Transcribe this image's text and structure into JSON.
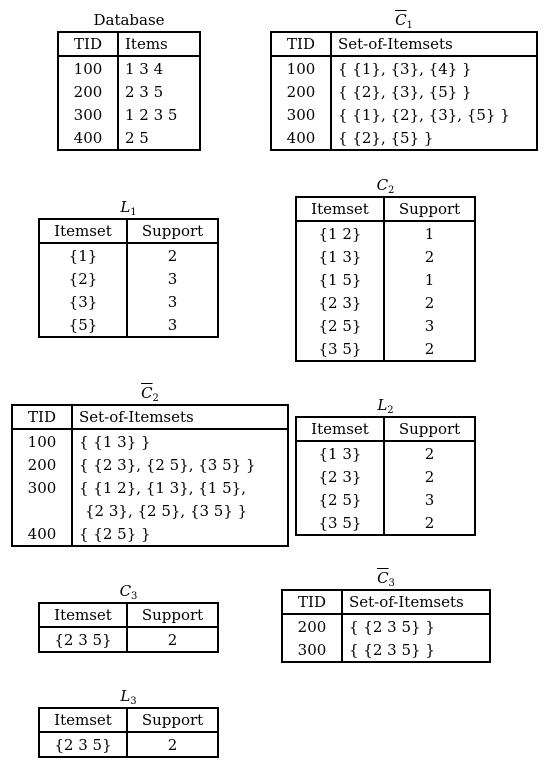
{
  "database": {
    "title": "Database",
    "headers": [
      "TID",
      "Items"
    ],
    "rows": [
      [
        "100",
        "1 3 4"
      ],
      [
        "200",
        "2 3 5"
      ],
      [
        "300",
        "1 2 3 5"
      ],
      [
        "400",
        "2 5"
      ]
    ]
  },
  "c1bar": {
    "title_letter": "C",
    "title_sub": "1",
    "headers": [
      "TID",
      "Set-of-Itemsets"
    ],
    "rows": [
      [
        "100",
        "{ {1}, {3}, {4} }"
      ],
      [
        "200",
        "{ {2}, {3}, {5} }"
      ],
      [
        "300",
        "{ {1}, {2}, {3}, {5} }"
      ],
      [
        "400",
        "{ {2}, {5} }"
      ]
    ]
  },
  "l1": {
    "title_letter": "L",
    "title_sub": "1",
    "headers": [
      "Itemset",
      "Support"
    ],
    "rows": [
      [
        "{1}",
        "2"
      ],
      [
        "{2}",
        "3"
      ],
      [
        "{3}",
        "3"
      ],
      [
        "{5}",
        "3"
      ]
    ]
  },
  "c2": {
    "title_letter": "C",
    "title_sub": "2",
    "headers": [
      "Itemset",
      "Support"
    ],
    "rows": [
      [
        "{1 2}",
        "1"
      ],
      [
        "{1 3}",
        "2"
      ],
      [
        "{1 5}",
        "1"
      ],
      [
        "{2 3}",
        "2"
      ],
      [
        "{2 5}",
        "3"
      ],
      [
        "{3 5}",
        "2"
      ]
    ]
  },
  "c2bar": {
    "title_letter": "C",
    "title_sub": "2",
    "headers": [
      "TID",
      "Set-of-Itemsets"
    ],
    "rows": [
      [
        "100",
        "{ {1 3} }"
      ],
      [
        "200",
        "{ {2 3}, {2 5}, {3 5} }"
      ],
      [
        "300",
        "{ {1 2}, {1 3}, {1 5},"
      ],
      [
        "",
        "{2 3}, {2 5}, {3 5} }"
      ],
      [
        "400",
        "{ {2 5} }"
      ]
    ]
  },
  "l2": {
    "title_letter": "L",
    "title_sub": "2",
    "headers": [
      "Itemset",
      "Support"
    ],
    "rows": [
      [
        "{1 3}",
        "2"
      ],
      [
        "{2 3}",
        "2"
      ],
      [
        "{2 5}",
        "3"
      ],
      [
        "{3 5}",
        "2"
      ]
    ]
  },
  "c3": {
    "title_letter": "C",
    "title_sub": "3",
    "headers": [
      "Itemset",
      "Support"
    ],
    "rows": [
      [
        "{2 3 5}",
        "2"
      ]
    ]
  },
  "c3bar": {
    "title_letter": "C",
    "title_sub": "3",
    "headers": [
      "TID",
      "Set-of-Itemsets"
    ],
    "rows": [
      [
        "200",
        "{ {2 3 5} }"
      ],
      [
        "300",
        "{ {2 3 5} }"
      ]
    ]
  },
  "l3": {
    "title_letter": "L",
    "title_sub": "3",
    "headers": [
      "Itemset",
      "Support"
    ],
    "rows": [
      [
        "{2 3 5}",
        "2"
      ]
    ]
  }
}
